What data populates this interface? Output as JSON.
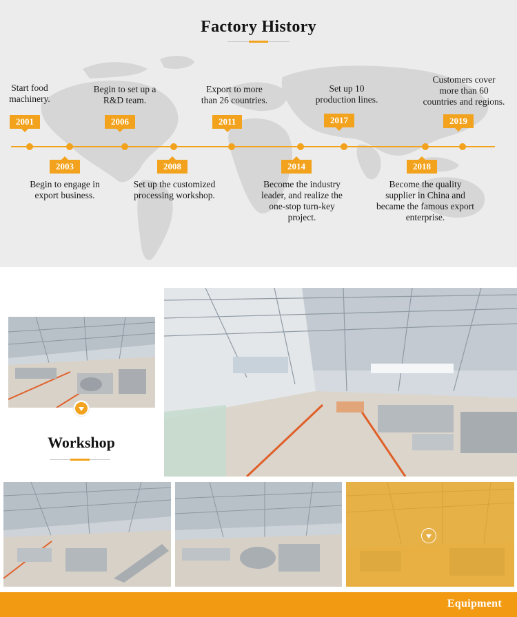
{
  "history": {
    "title": "Factory History",
    "milestones": [
      {
        "year": "2001",
        "text": [
          "Start food",
          "machinery."
        ]
      },
      {
        "year": "2003",
        "text": [
          "Begin to engage in",
          "export business."
        ]
      },
      {
        "year": "2006",
        "text": [
          "Begin to set up a",
          "R&D team."
        ]
      },
      {
        "year": "2008",
        "text": [
          "Set up the customized",
          "processing workshop."
        ]
      },
      {
        "year": "2011",
        "text": [
          "Export to more",
          "than 26 countries."
        ]
      },
      {
        "year": "2014",
        "text": [
          "Become the industry",
          "leader, and realize the",
          "one-stop turn-key",
          "project."
        ]
      },
      {
        "year": "2017",
        "text": [
          "Set up 10",
          "production lines."
        ]
      },
      {
        "year": "2018",
        "text": [
          "Become the quality",
          "supplier in China and",
          "became the famous export",
          "enterprise."
        ]
      },
      {
        "year": "2019",
        "text": [
          "Customers cover",
          "more than 60",
          "countries and regions."
        ]
      }
    ]
  },
  "workshop": {
    "title": "Workshop"
  },
  "footer": {
    "label": "Equipment"
  },
  "colors": {
    "accent": "#f2a21c",
    "footer": "#f29a12",
    "background": "#ececec"
  },
  "icons": {
    "play_badge": "chevron-down-circle-icon"
  }
}
